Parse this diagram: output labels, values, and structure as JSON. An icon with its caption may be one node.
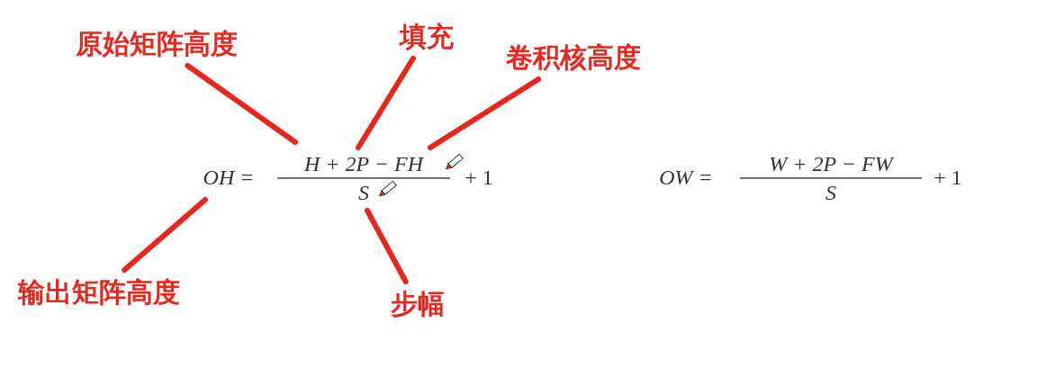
{
  "diagram": {
    "nodes": [
      {
        "text": [
          "原始矩阵高度"
        ]
      },
      {
        "text": [
          "填充"
        ]
      },
      {
        "text": [
          "卷积核高度"
        ]
      },
      {
        "text": [
          "输出矩阵高度"
        ]
      },
      {
        "text": [
          "步幅"
        ]
      }
    ],
    "edges": [
      {
        "from": 0,
        "to": null,
        "arrow": "none"
      },
      {
        "from": 1,
        "to": null,
        "arrow": "none"
      },
      {
        "from": 2,
        "to": null,
        "arrow": "none"
      },
      {
        "from": 3,
        "to": null,
        "arrow": "none"
      },
      {
        "from": 4,
        "to": null,
        "arrow": "none"
      }
    ],
    "labels": [
      "OH =",
      "H + 2P − FH",
      "S",
      "+ 1",
      "OW =",
      "W + 2P − FW",
      "S",
      "+ 1"
    ]
  }
}
